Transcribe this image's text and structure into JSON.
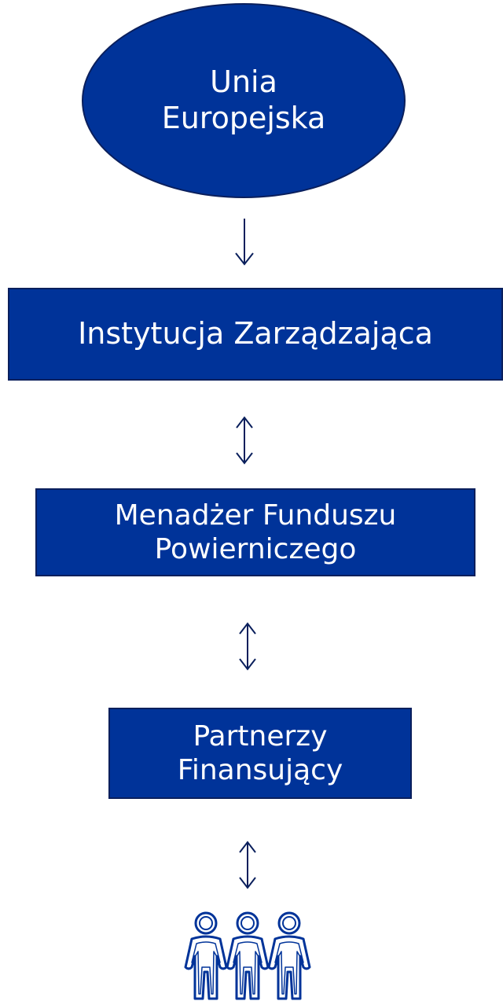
{
  "diagram": {
    "nodes": [
      {
        "id": "eu",
        "lines": [
          "Unia",
          "Europejska"
        ]
      },
      {
        "id": "managing",
        "lines": [
          "Instytucja Zarządzająca"
        ]
      },
      {
        "id": "fund-manager",
        "lines": [
          "Menadżer Funduszu",
          "Powierniczego"
        ]
      },
      {
        "id": "partners",
        "lines": [
          "Partnerzy",
          "Finansujący"
        ]
      }
    ],
    "edges": [
      {
        "from": "eu",
        "to": "managing",
        "direction": "one-way"
      },
      {
        "from": "managing",
        "to": "fund-manager",
        "direction": "two-way"
      },
      {
        "from": "fund-manager",
        "to": "partners",
        "direction": "two-way"
      },
      {
        "from": "partners",
        "to": "recipients",
        "direction": "two-way"
      }
    ],
    "end_icon": "group-of-people-icon",
    "colors": {
      "node_fill": "#003399",
      "node_border": "#0a1f5c",
      "node_text": "#ffffff",
      "arrow": "#0a1f5c"
    }
  }
}
